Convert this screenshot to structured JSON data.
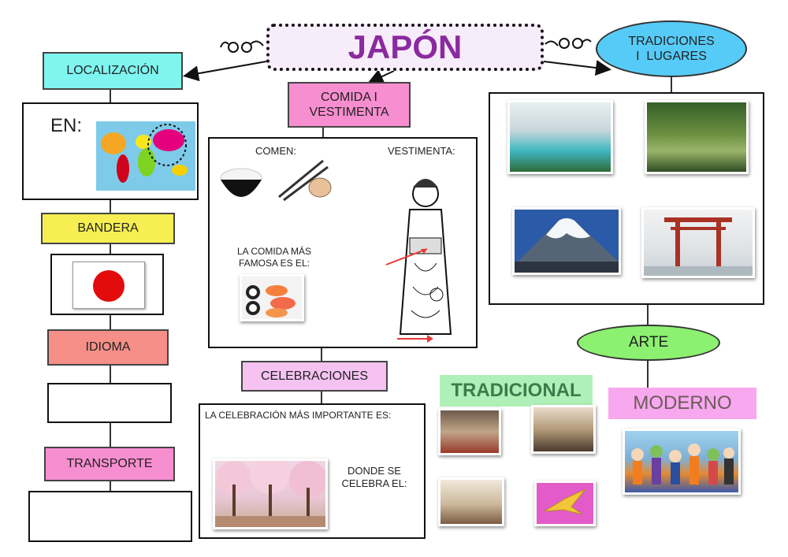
{
  "title": "JAPÓN",
  "colors": {
    "title": "#8a2a9e",
    "localizacion": "#7ff5f0",
    "bandera": "#f7ef52",
    "idioma": "#f58f88",
    "transporte": "#f78ed0",
    "comida": "#f78ed0",
    "celebraciones": "#f5c2f2",
    "tradiciones": "#56cbf7",
    "arte": "#8cf070",
    "tradicional": "#aef0b8",
    "moderno": "#f7a8ee"
  },
  "left": {
    "localizacion": "LOCALIZACIÓN",
    "en": "EN:",
    "bandera": "BANDERA",
    "idioma": "IDIOMA",
    "transporte": "TRANSPORTE"
  },
  "center": {
    "comida_line1": "COMIDA I",
    "comida_line2": "VESTIMENTA",
    "comen": "COMEN:",
    "vestimenta": "VESTIMENTA:",
    "famosa_line1": "LA COMIDA MÁS",
    "famosa_line2": "FAMOSA ES EL:",
    "celebraciones": "CELEBRACIONES",
    "celebracion_importante": "LA CELEBRACIÓN MÁS IMPORTANTE ES:",
    "donde_line1": "DONDE SE",
    "donde_line2": "CELEBRA EL:"
  },
  "right": {
    "tradiciones_line1": "TRADICIONES",
    "tradiciones_line2": "I  LUGARES",
    "arte": "ARTE",
    "tradicional": "TRADICIONAL",
    "moderno": "MODERNO"
  }
}
